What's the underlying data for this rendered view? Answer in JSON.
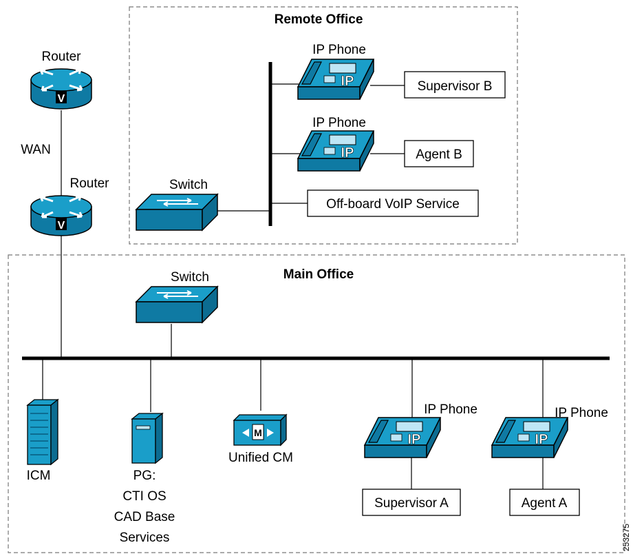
{
  "regions": {
    "remote_title": "Remote Office",
    "main_title": "Main Office"
  },
  "remote": {
    "router_top_label": "Router",
    "wan_label": "WAN",
    "router_bottom_label": "Router",
    "switch_label": "Switch",
    "phone1_label": "IP Phone",
    "phone2_label": "IP Phone",
    "supervisor_box": "Supervisor B",
    "agent_box": "Agent B",
    "voip_box": "Off-board VoIP Service"
  },
  "main": {
    "switch_label": "Switch",
    "icm_label": "ICM",
    "pg_line1": "PG:",
    "pg_line2": "CTI OS",
    "pg_line3": "CAD Base",
    "pg_line4": "Services",
    "ucm_label": "Unified CM",
    "phone_a_label": "IP Phone",
    "phone_b_label": "IP Phone",
    "supervisor_box": "Supervisor A",
    "agent_box": "Agent A"
  },
  "figure_id": "253275",
  "colors": {
    "device_blue": "#1a9ec9",
    "device_dark": "#0f7aa3",
    "line": "#000000"
  }
}
